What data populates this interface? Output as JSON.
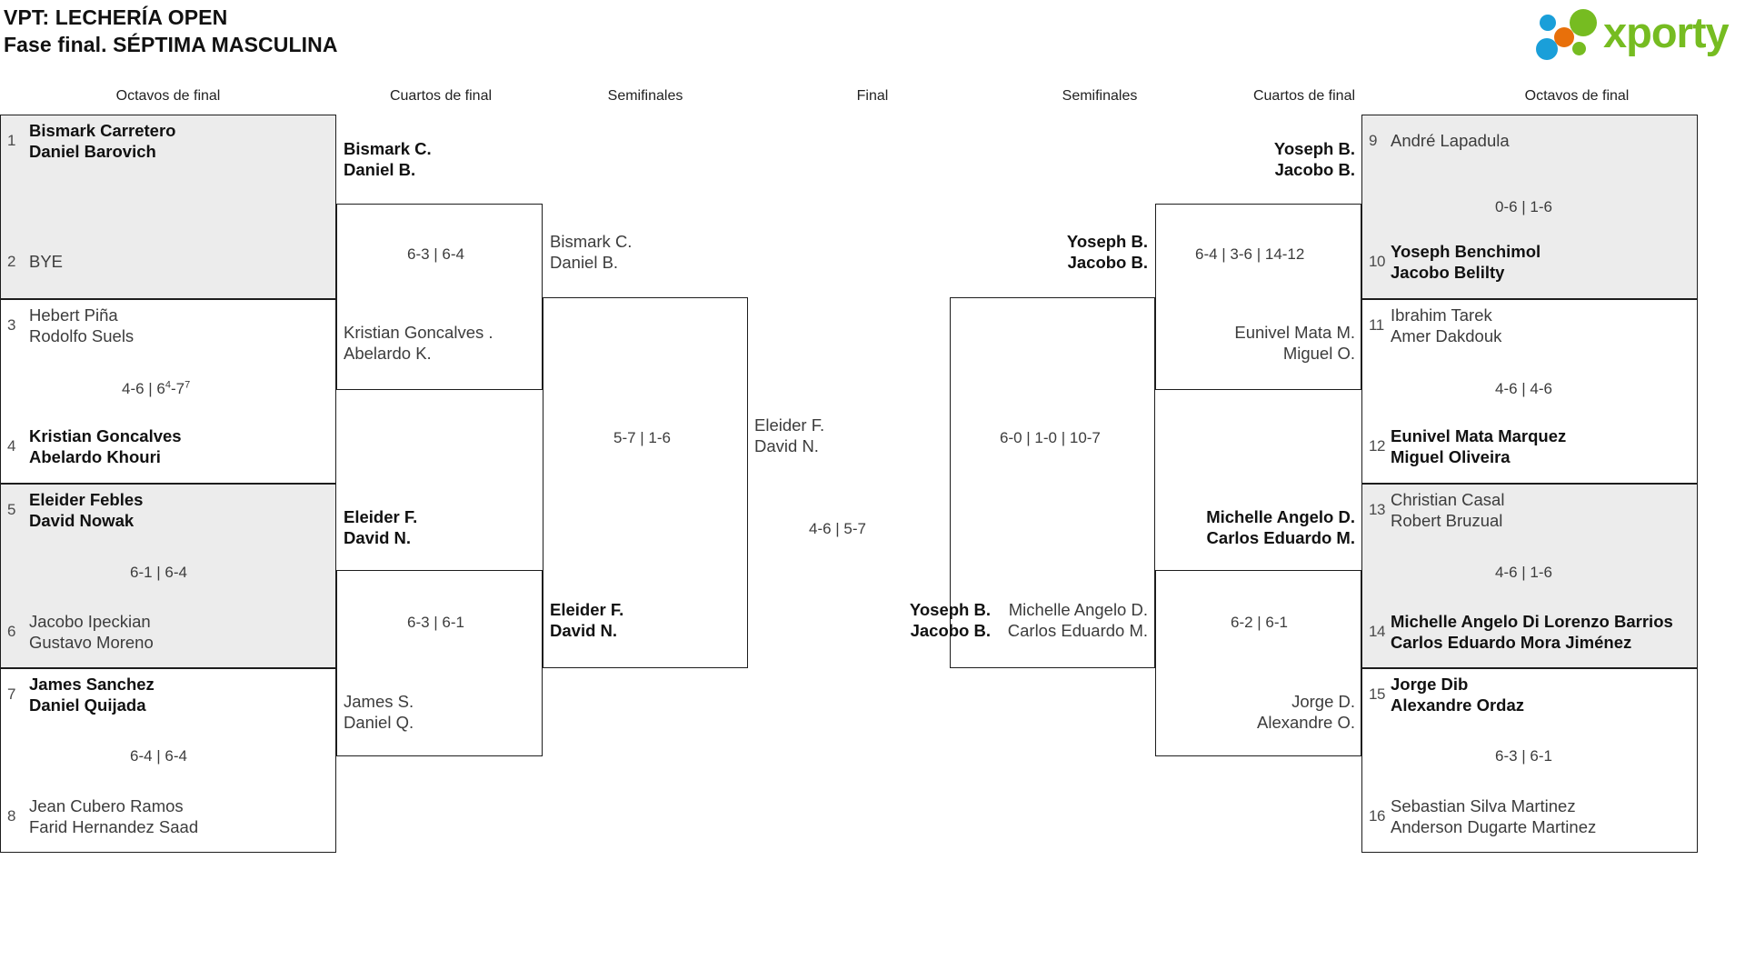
{
  "header": {
    "title_line1": "VPT: LECHERÍA OPEN",
    "title_line2": "Fase final. SÉPTIMA MASCULINA",
    "logo_text": "xporty",
    "logo_colors": {
      "green": "#76bc21",
      "blue": "#1a9fd9",
      "orange": "#e8700a"
    }
  },
  "round_headers": {
    "r1_left": "Octavos de final",
    "r2_left": "Cuartos de final",
    "r3_left": "Semifinales",
    "final": "Final",
    "r3_right": "Semifinales",
    "r2_right": "Cuartos de final",
    "r1_right": "Octavos de final"
  },
  "left": {
    "octavos": [
      {
        "seed": "1",
        "p1": "Bismark Carretero",
        "p2": "Daniel Barovich",
        "winner": true,
        "shaded": true
      },
      {
        "seed": "2",
        "p1": "BYE",
        "p2": "",
        "winner": false,
        "shaded": true
      },
      {
        "seed": "3",
        "p1": "Hebert Piña",
        "p2": "Rodolfo Suels",
        "winner": false,
        "shaded": false
      },
      {
        "seed": "4",
        "p1": "Kristian Goncalves",
        "p2": "Abelardo Khouri",
        "winner": true,
        "shaded": false
      },
      {
        "seed": "5",
        "p1": "Eleider Febles",
        "p2": "David Nowak",
        "winner": true,
        "shaded": true
      },
      {
        "seed": "6",
        "p1": "Jacobo Ipeckian",
        "p2": "Gustavo Moreno",
        "winner": false,
        "shaded": true
      },
      {
        "seed": "7",
        "p1": "James Sanchez",
        "p2": "Daniel Quijada",
        "winner": true,
        "shaded": false
      },
      {
        "seed": "8",
        "p1": "Jean Cubero Ramos",
        "p2": "Farid Hernandez Saad",
        "winner": false,
        "shaded": false
      }
    ],
    "octavos_scores": [
      {
        "text": "",
        "sup": ""
      },
      {
        "text": "4-6 | 6",
        "sup1": "4",
        "mid": "-7",
        "sup2": "7"
      },
      {
        "text": "6-1 | 6-4"
      },
      {
        "text": "6-4 | 6-4"
      }
    ],
    "cuartos": [
      {
        "p1": "Bismark C.",
        "p2": "Daniel B.",
        "winner": true
      },
      {
        "p1": "Kristian Goncalves .",
        "p2": "Abelardo K.",
        "winner": false
      },
      {
        "p1": "Eleider F.",
        "p2": "David N.",
        "winner": true
      },
      {
        "p1": "James S.",
        "p2": "Daniel Q.",
        "winner": false
      }
    ],
    "cuartos_scores": [
      "6-3 | 6-4",
      "6-3 | 6-1"
    ],
    "semis": [
      {
        "p1": "Bismark C.",
        "p2": "Daniel B.",
        "winner": false
      },
      {
        "p1": "Eleider F.",
        "p2": "David N.",
        "winner": true
      }
    ],
    "semis_score": "5-7 | 1-6"
  },
  "final": {
    "finalist_left": {
      "p1": "Eleider F.",
      "p2": "David N.",
      "winner": false
    },
    "finalist_right": {
      "p1": "Yoseph B.",
      "p2": "Jacobo B.",
      "winner": true
    },
    "score": "4-6 | 5-7"
  },
  "right": {
    "octavos": [
      {
        "seed": "9",
        "p1": "André Lapadula",
        "p2": "",
        "winner": false,
        "shaded": true
      },
      {
        "seed": "10",
        "p1": "Yoseph Benchimol",
        "p2": "Jacobo Belilty",
        "winner": true,
        "shaded": true
      },
      {
        "seed": "11",
        "p1": "Ibrahim Tarek",
        "p2": "Amer Dakdouk",
        "winner": false,
        "shaded": false
      },
      {
        "seed": "12",
        "p1": "Eunivel Mata Marquez",
        "p2": "Miguel Oliveira",
        "winner": true,
        "shaded": false
      },
      {
        "seed": "13",
        "p1": "Christian Casal",
        "p2": "Robert Bruzual",
        "winner": false,
        "shaded": true
      },
      {
        "seed": "14",
        "p1": "Michelle Angelo Di Lorenzo Barrios",
        "p2": "Carlos Eduardo Mora Jiménez",
        "winner": true,
        "shaded": true
      },
      {
        "seed": "15",
        "p1": "Jorge Dib",
        "p2": "Alexandre Ordaz",
        "winner": true,
        "shaded": false
      },
      {
        "seed": "16",
        "p1": "Sebastian Silva Martinez",
        "p2": "Anderson Dugarte Martinez",
        "winner": false,
        "shaded": false
      }
    ],
    "octavos_scores": [
      "0-6 | 1-6",
      "4-6 | 4-6",
      "4-6 | 1-6",
      "6-3 | 6-1"
    ],
    "cuartos": [
      {
        "p1": "Yoseph B.",
        "p2": "Jacobo B.",
        "winner": true
      },
      {
        "p1": "Eunivel Mata M.",
        "p2": "Miguel O.",
        "winner": false
      },
      {
        "p1": "Michelle Angelo D.",
        "p2": "Carlos Eduardo M.",
        "winner": true
      },
      {
        "p1": "Jorge D.",
        "p2": "Alexandre O.",
        "winner": false
      }
    ],
    "cuartos_scores": [
      "6-4 | 3-6 | 14-12",
      "6-2 | 6-1"
    ],
    "semis": [
      {
        "p1": "Yoseph B.",
        "p2": "Jacobo B.",
        "winner": true
      },
      {
        "p1": "Michelle Angelo D.",
        "p2": "Carlos Eduardo M.",
        "winner": false
      }
    ],
    "semis_score": "6-0 | 1-0 | 10-7"
  }
}
